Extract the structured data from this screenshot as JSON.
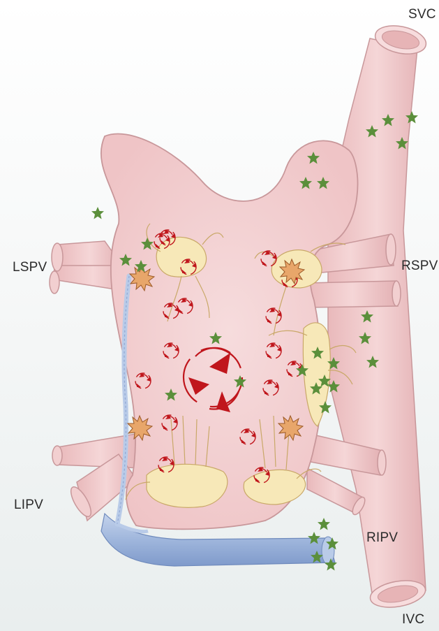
{
  "labels": {
    "svc": "SVC",
    "lspv": "LSPV",
    "rspv": "RSPV",
    "lipv": "LIPV",
    "ripv": "RIPV",
    "ivc": "IVC"
  },
  "colors": {
    "atrium": "#f2cccd",
    "atrium_outline": "#c8979a",
    "vessel": "#f0c7c9",
    "sinus": "#a9bedf",
    "star": "#5b8f3b",
    "burst": "#e8a66a",
    "rotor": "#c0161c",
    "neuron": "#f7e8b8"
  },
  "icons": [
    "star-icon",
    "burst-icon",
    "rotor-icon",
    "ganglion-icon"
  ]
}
